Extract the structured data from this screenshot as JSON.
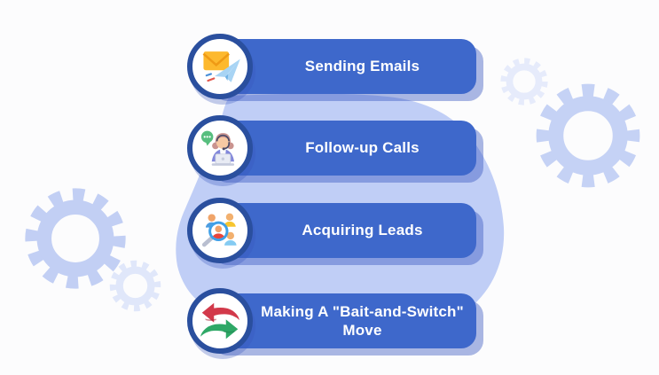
{
  "diagram": {
    "type": "vertical-step-infographic",
    "steps": [
      {
        "label": "Sending Emails",
        "icon": "email-send-icon"
      },
      {
        "label": "Follow-up Calls",
        "icon": "support-agent-icon"
      },
      {
        "label": "Acquiring Leads",
        "icon": "lead-search-icon"
      },
      {
        "label": "Making A \"Bait-and-Switch\" Move",
        "icon": "switch-arrows-icon"
      }
    ],
    "decorations": {
      "blob": "large light-blue s-curve behind banners",
      "gears": [
        "top-right-small",
        "top-right-large",
        "bottom-left-large",
        "bottom-left-small"
      ]
    },
    "colors": {
      "background": "#FCFCFD",
      "banner": "#3E68CB",
      "banner_shadow": "#AEBAE4",
      "circle_border": "#2A4F9E",
      "circle_fill": "#FFFFFF",
      "text": "#FFFFFF",
      "blob": "#C0CEF6",
      "gear_large": "#C5D2F5",
      "gear_small": "#E6EBFB"
    }
  }
}
